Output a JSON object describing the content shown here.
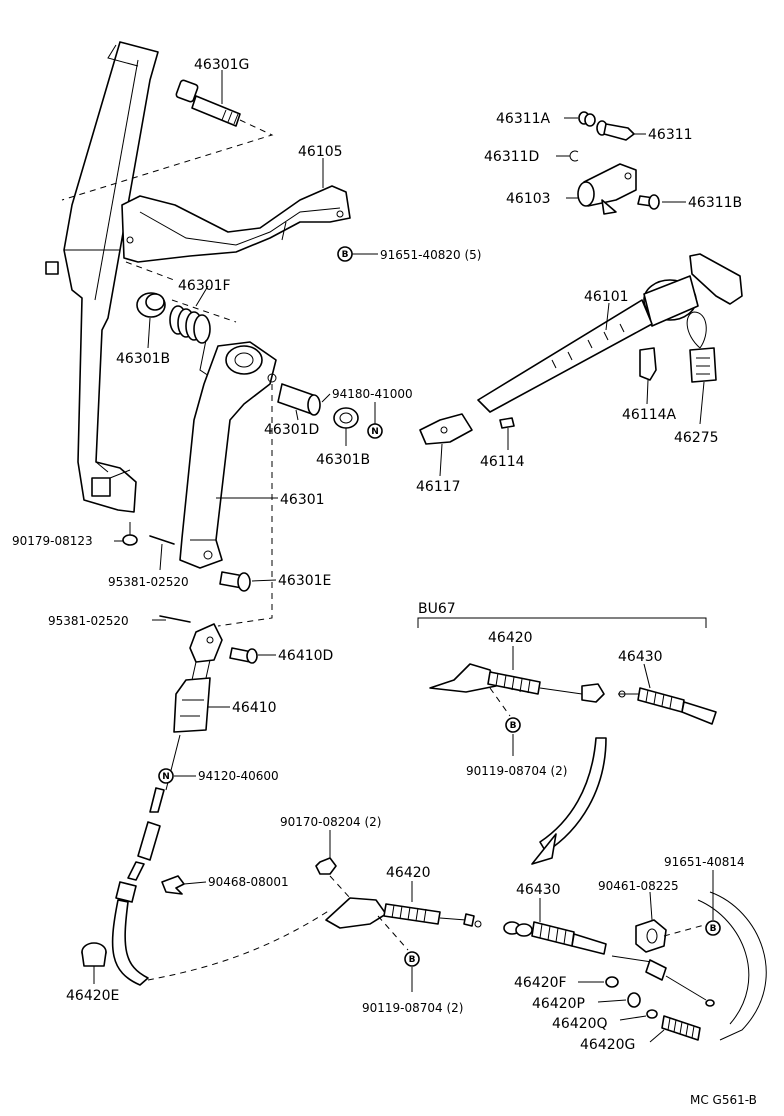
{
  "labels": {
    "p46301G": "46301G",
    "p46105": "46105",
    "p91651_40820": "91651-40820 (5)",
    "p46301F": "46301F",
    "p46301B_a": "46301B",
    "p94180": "94180-41000",
    "p46301D": "46301D",
    "p46301B_b": "46301B",
    "p46301": "46301",
    "p90179": "90179-08123",
    "p95381_a": "95381-02520",
    "p46301E": "46301E",
    "p95381_b": "95381-02520",
    "p46410D": "46410D",
    "p46410": "46410",
    "p94120": "94120-40600",
    "p90468": "90468-08001",
    "p46420E": "46420E",
    "p90170": "90170-08204 (2)",
    "p46420_a": "46420",
    "p90119_a": "90119-08704 (2)",
    "p46311A": "46311A",
    "p46311": "46311",
    "p46311D": "46311D",
    "p46103": "46103",
    "p46311B": "46311B",
    "p46101": "46101",
    "p46114A": "46114A",
    "p46275": "46275",
    "p46114": "46114",
    "p46117": "46117",
    "bu67": "BU67",
    "p46420_b": "46420",
    "p46430_a": "46430",
    "p90119_b": "90119-08704 (2)",
    "p91651_40814": "91651-40814",
    "p90461": "90461-08225",
    "p46430_b": "46430",
    "p46420F": "46420F",
    "p46420P": "46420P",
    "p46420Q": "46420Q",
    "p46420G": "46420G",
    "ref_code": "MC G561-B"
  },
  "symbols": {
    "bolt": "B",
    "nut": "N"
  }
}
